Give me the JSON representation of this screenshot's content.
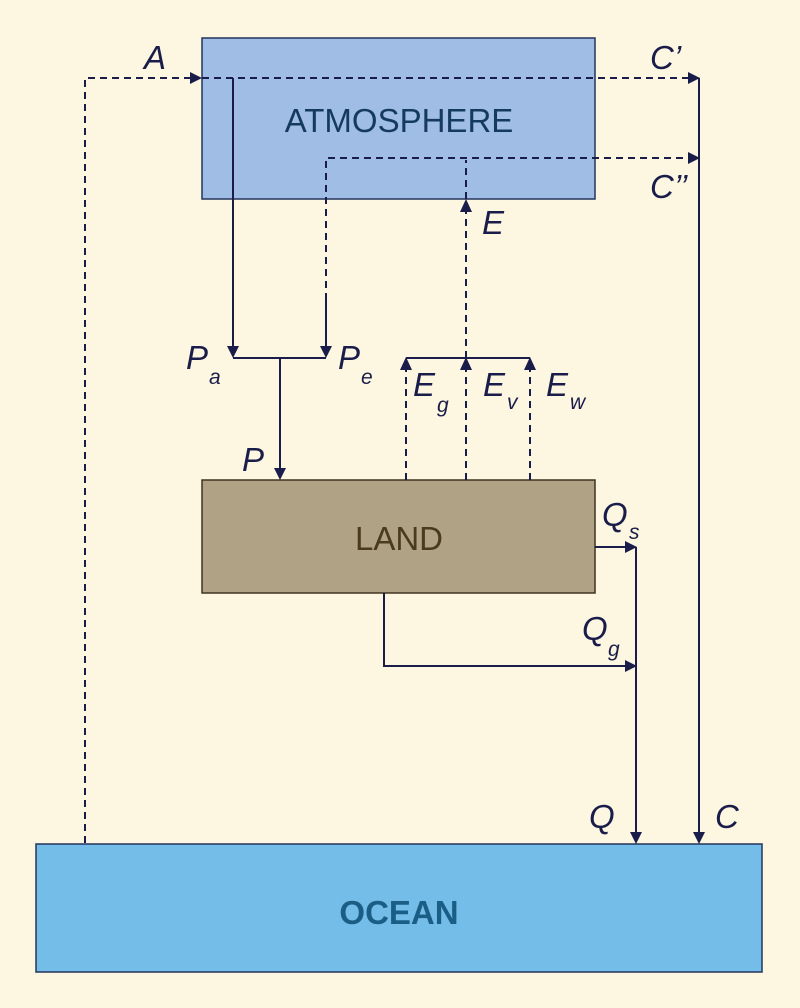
{
  "boxes": {
    "atmosphere": {
      "label": "ATMOSPHERE",
      "fill": "#a0bde6",
      "text_color": "#143a5c"
    },
    "land": {
      "label": "LAND",
      "fill": "#b0a385",
      "text_color": "#4a3a1e"
    },
    "ocean": {
      "label": "OCEAN",
      "fill": "#74bde9",
      "text_color": "#1a5e86"
    }
  },
  "flows": {
    "A": {
      "label": "A"
    },
    "C_prime": {
      "label": "C’"
    },
    "C_double_prime": {
      "label": "C’’"
    },
    "E": {
      "label": "E"
    },
    "Pa": {
      "label": "P",
      "sub": "a"
    },
    "Pe": {
      "label": "P",
      "sub": "e"
    },
    "P": {
      "label": "P"
    },
    "Eg": {
      "label": "E",
      "sub": "g"
    },
    "Ev": {
      "label": "E",
      "sub": "v"
    },
    "Ew": {
      "label": "E",
      "sub": "w"
    },
    "Qs": {
      "label": "Q",
      "sub": "s"
    },
    "Qg": {
      "label": "Q",
      "sub": "g"
    },
    "Q": {
      "label": "Q"
    },
    "C": {
      "label": "C"
    }
  },
  "colors": {
    "background": "#fdf6e1",
    "line": "#1a1d4a",
    "box_border": "#2b2b2b"
  }
}
